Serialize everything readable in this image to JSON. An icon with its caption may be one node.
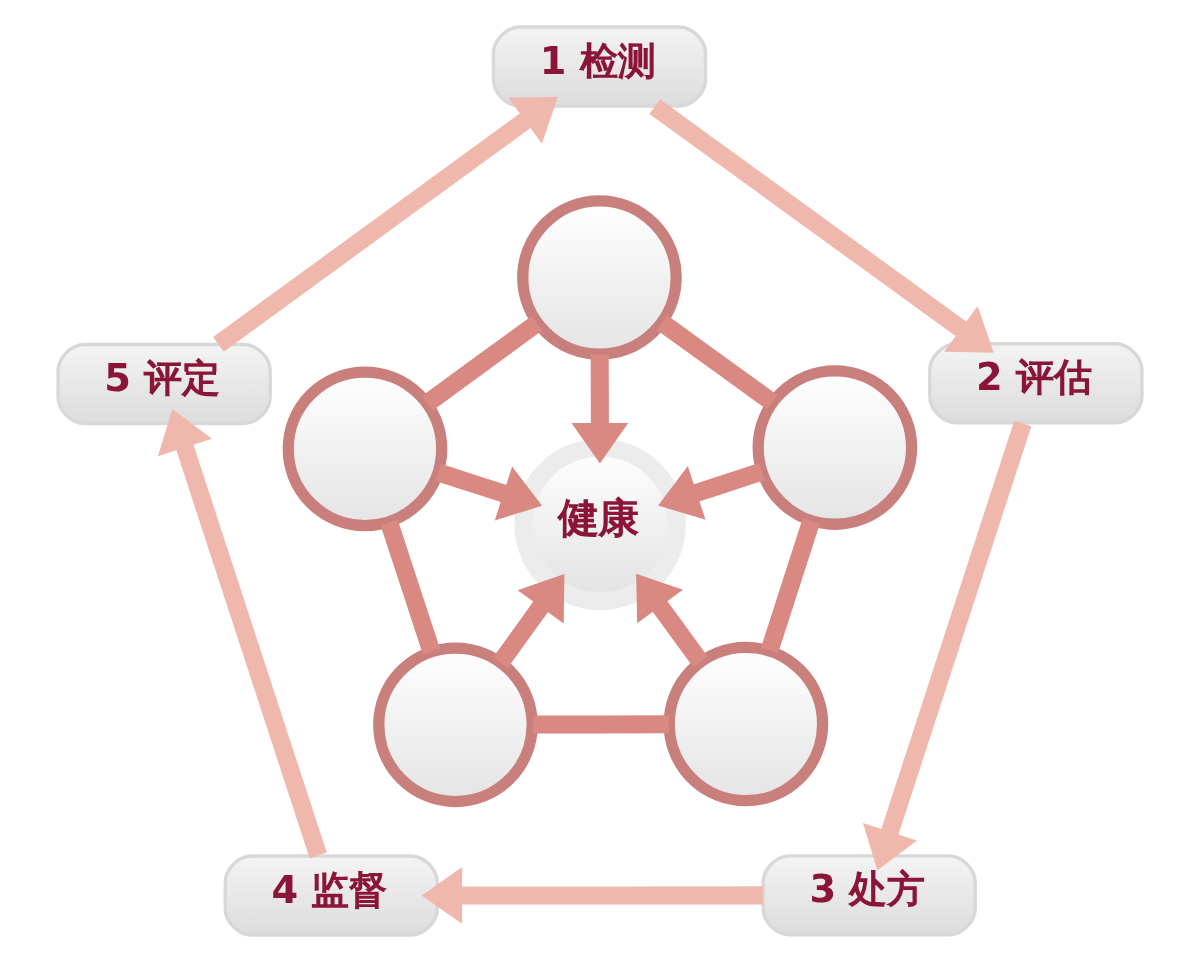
{
  "diagram": {
    "nodes": [
      {
        "text": [
          "1 检测"
        ]
      },
      {
        "text": [],
        "shape": "circle"
      },
      {
        "text": [
          "5 评定"
        ]
      },
      {
        "text": [],
        "shape": "circle"
      },
      {
        "text": [
          "健康"
        ]
      },
      {
        "text": [],
        "shape": "circle"
      },
      {
        "text": [
          "2 评估"
        ]
      },
      {
        "text": [
          "4 监督"
        ]
      },
      {
        "text": [],
        "shape": "circle"
      },
      {
        "text": [],
        "shape": "circle"
      },
      {
        "text": [
          "3 处方"
        ]
      }
    ],
    "edges": [
      {
        "from": 0,
        "to": 6,
        "arrow": "to",
        "color": "#f0b8ad"
      },
      {
        "from": 6,
        "to": 10,
        "arrow": "to",
        "color": "#f0b8ad"
      },
      {
        "from": 10,
        "to": 7,
        "arrow": "to",
        "color": "#f0b8ad"
      },
      {
        "from": 7,
        "to": 2,
        "arrow": "to",
        "color": "#f0b8ad"
      },
      {
        "from": 2,
        "to": 0,
        "arrow": "to",
        "color": "#f0b8ad"
      },
      {
        "from": 1,
        "to": 5,
        "arrow": "none"
      },
      {
        "from": 5,
        "to": 9,
        "arrow": "none"
      },
      {
        "from": 9,
        "to": 8,
        "arrow": "none"
      },
      {
        "from": 8,
        "to": 3,
        "arrow": "none"
      },
      {
        "from": 3,
        "to": 1,
        "arrow": "none"
      },
      {
        "from": 1,
        "to": 4,
        "arrow": "to"
      },
      {
        "from": 5,
        "to": 4,
        "arrow": "to"
      },
      {
        "from": 9,
        "to": 4,
        "arrow": "to"
      },
      {
        "from": 8,
        "to": 4,
        "arrow": "to"
      },
      {
        "from": 3,
        "to": 4,
        "arrow": "to"
      }
    ]
  }
}
